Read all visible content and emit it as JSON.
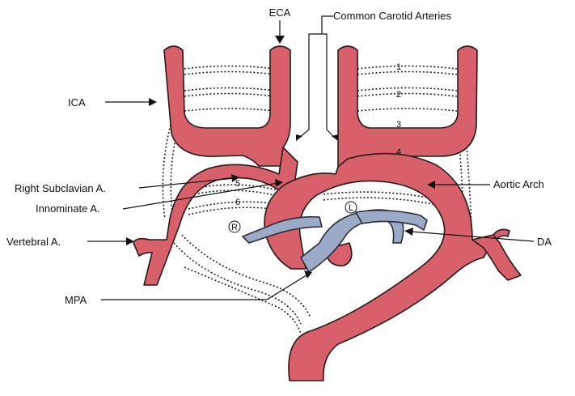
{
  "labels": {
    "eca": "ECA",
    "common_carotid": "Common Carotid Arteries",
    "ica": "ICA",
    "right_subclavian": "Right Subclavian A.",
    "innominate": "Innominate A.",
    "vertebral": "Vertebral A.",
    "mpa": "MPA",
    "aortic_arch": "Aortic Arch",
    "da": "DA"
  },
  "arch_numbers": [
    "1",
    "2",
    "3",
    "4",
    "5",
    "6"
  ],
  "side_markers": {
    "left": "L",
    "right": "R"
  },
  "colors": {
    "artery": "#d7606a",
    "pulmonary": "#9aaac7",
    "outline": "#2b1a1a"
  }
}
